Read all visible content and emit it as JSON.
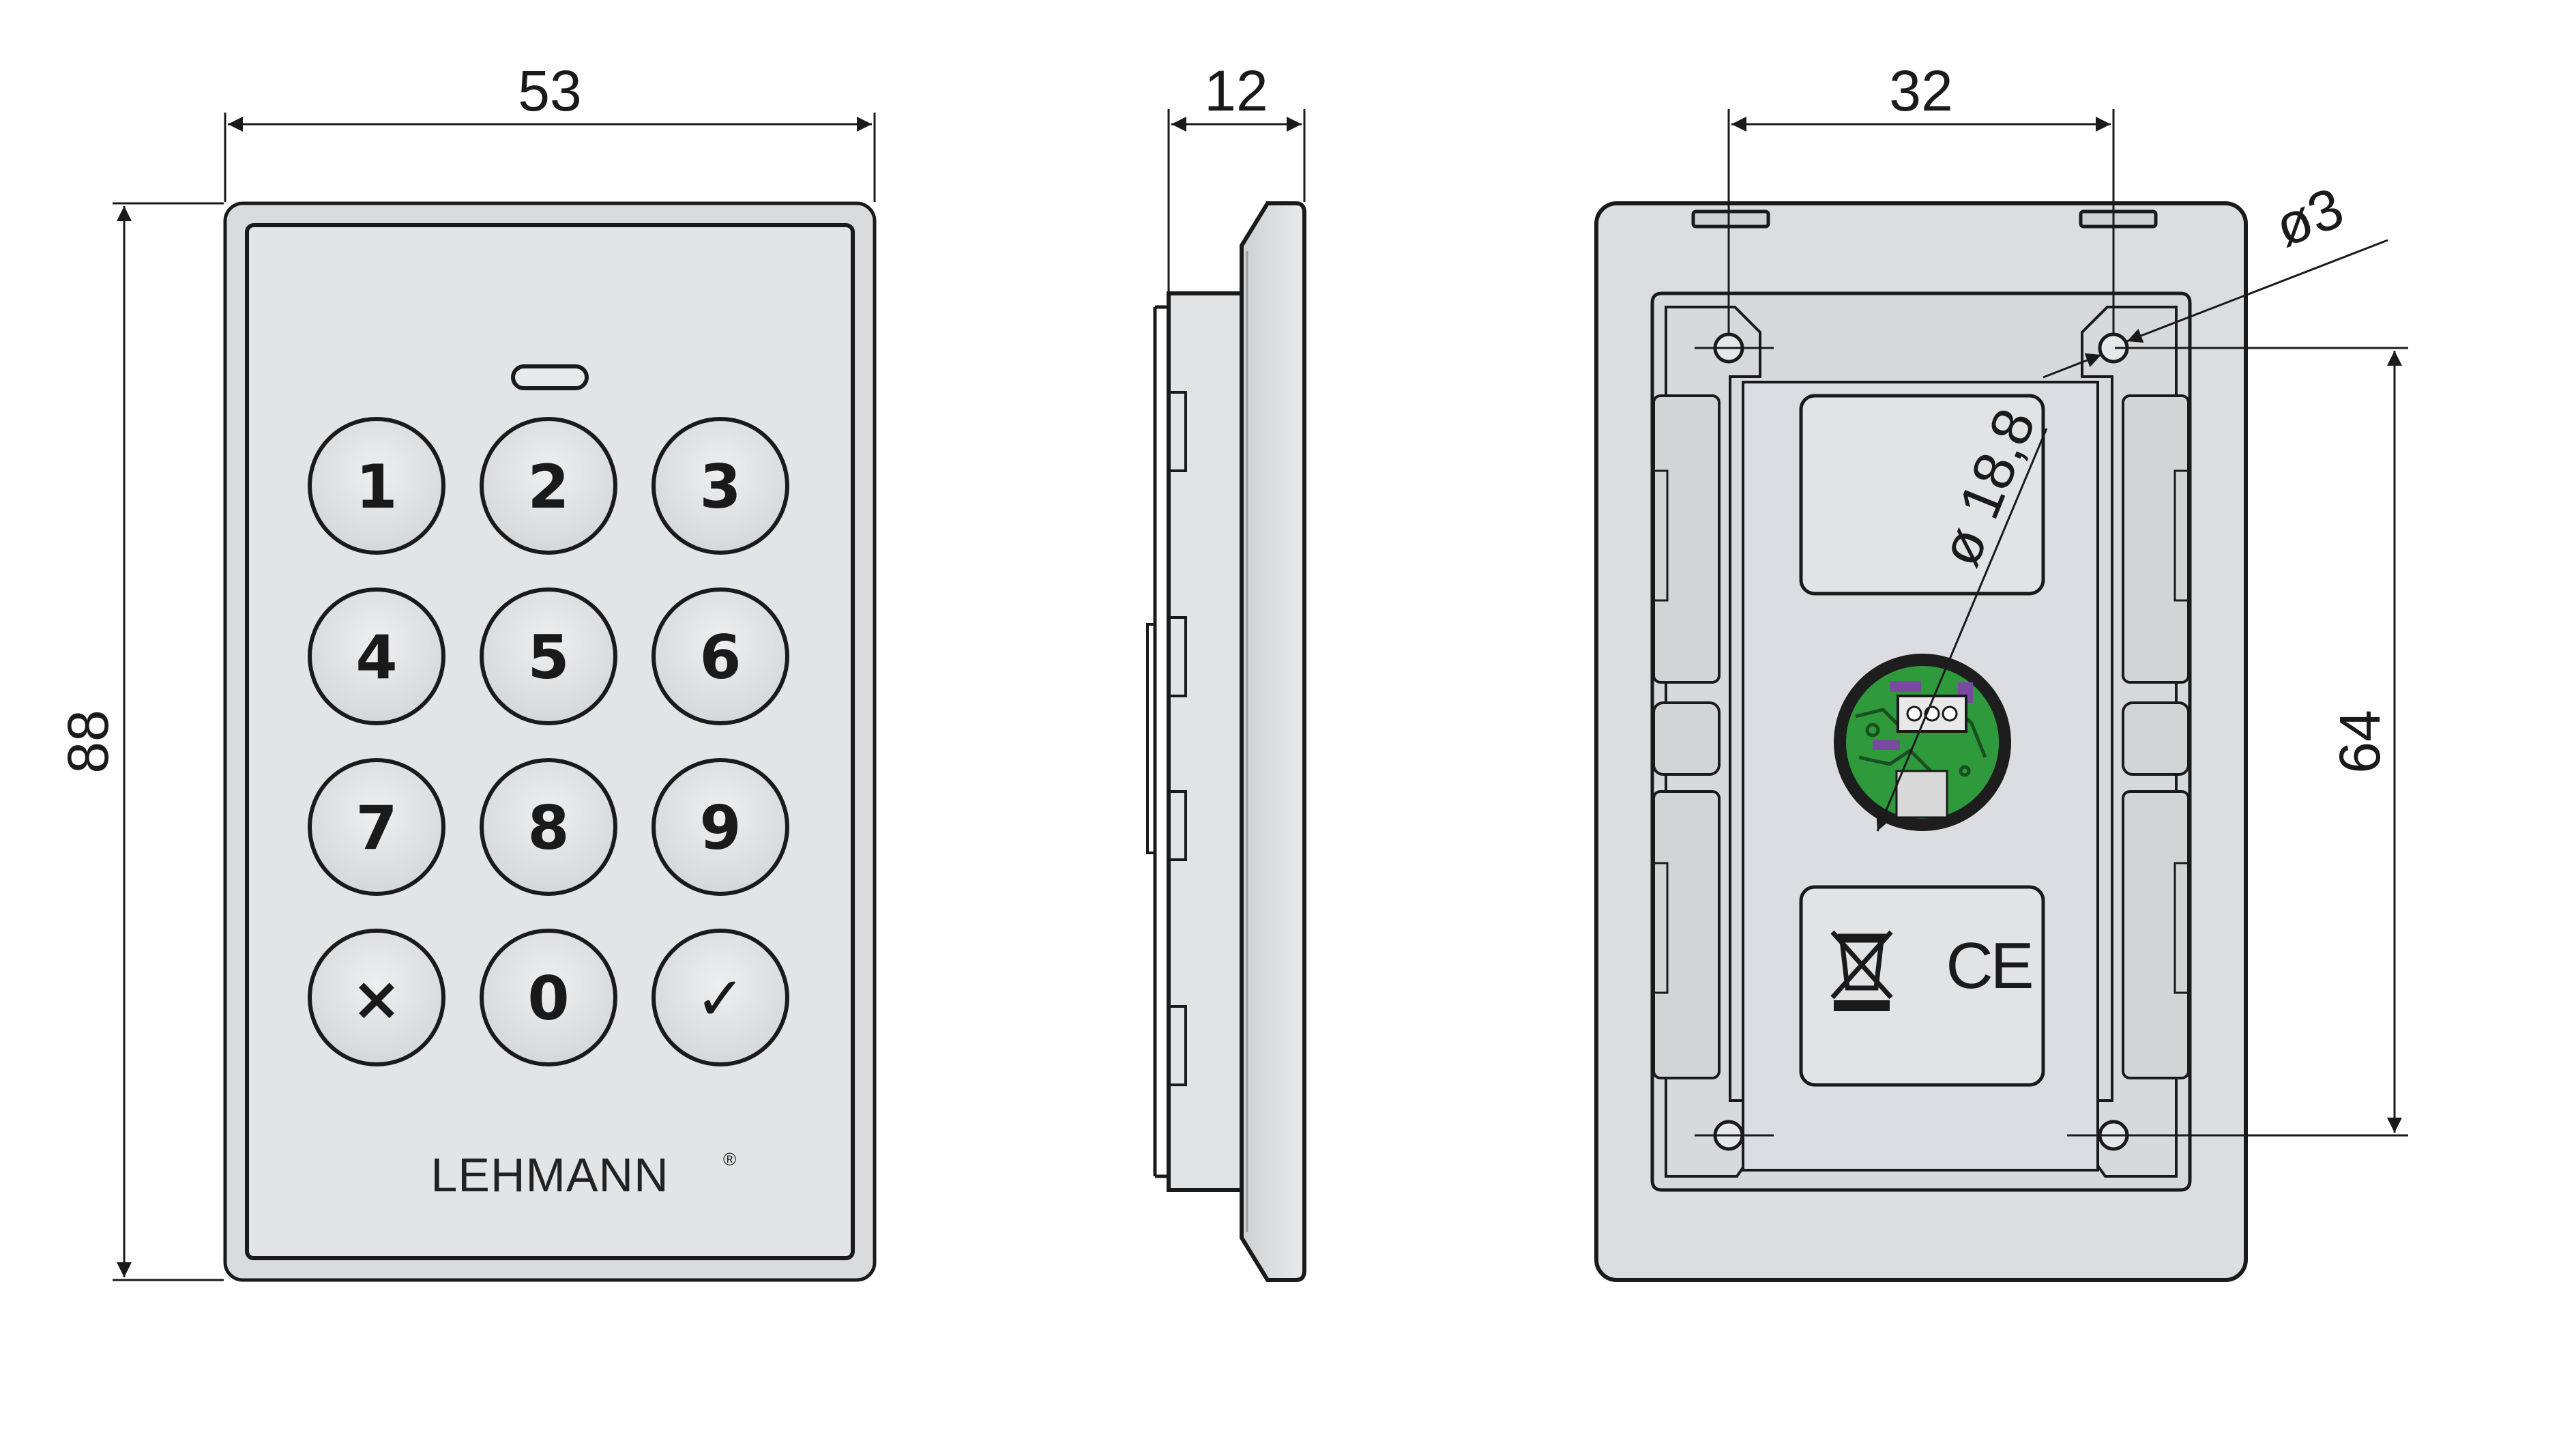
{
  "front_view": {
    "keys": [
      "1",
      "2",
      "3",
      "4",
      "5",
      "6",
      "7",
      "8",
      "9",
      "×",
      "0",
      "✓"
    ],
    "brand": "LEHMANN",
    "brand_mark": "®"
  },
  "dimensions": {
    "width": "53",
    "height": "88",
    "depth": "12",
    "hole_spacing_horizontal": "32",
    "hole_spacing_vertical": "64",
    "hole_diameter": "ø3",
    "cable_diameter": "ø 18,8"
  },
  "back_view": {
    "symbols": [
      "weee-bin-icon",
      "ce-mark-icon"
    ],
    "ce_mark": "CE"
  },
  "colors": {
    "body": "#dedfe1",
    "face": "#e4e5e7",
    "key": "#e6e7e9",
    "outline": "#1a1a1a",
    "pcb": "#2f9a3c"
  }
}
